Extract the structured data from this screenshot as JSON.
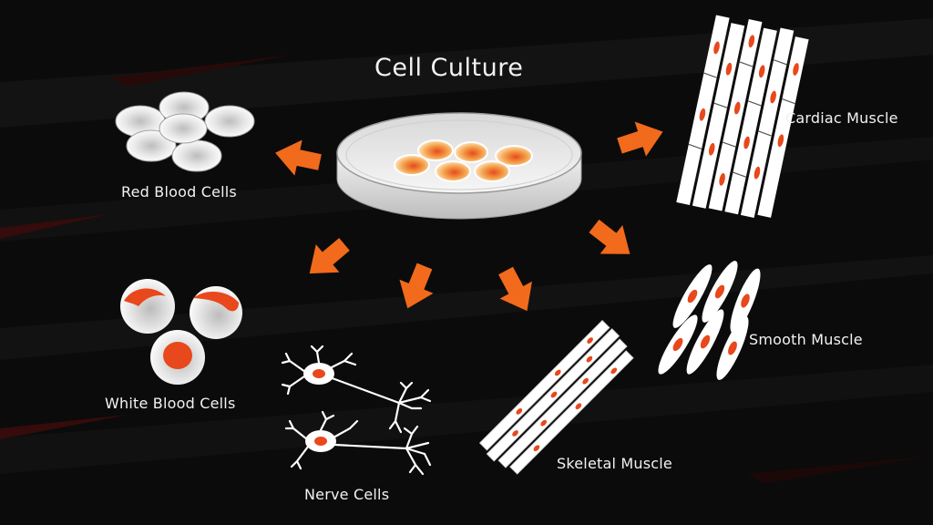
{
  "title": "Cell Culture",
  "labels": {
    "red_blood_cells": "Red Blood Cells",
    "white_blood_cells": "White Blood Cells",
    "nerve_cells": "Nerve Cells",
    "skeletal_muscle": "Skeletal Muscle",
    "smooth_muscle": "Smooth Muscle",
    "cardiac_muscle": "Cardiac Muscle"
  },
  "colors": {
    "background": "#0b0b0b",
    "arrow": "#f26a1b",
    "nucleus": "#e8481b",
    "cell_white": "#f4f4f4",
    "text": "#f2f2f2"
  },
  "icons": {
    "dish": "petri-dish-icon",
    "arrow": "orange-arrow-icon"
  }
}
